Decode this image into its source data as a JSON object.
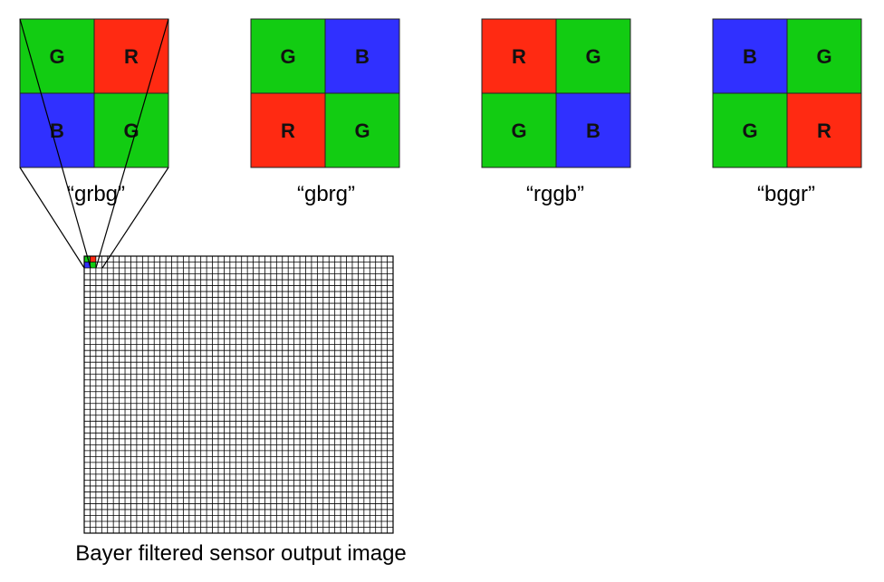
{
  "colors": {
    "R": "#ff2a12",
    "G": "#12cc12",
    "B": "#3030ff",
    "grid": "#000000",
    "background": "#ffffff"
  },
  "patterns": [
    {
      "name": "grbg",
      "label": "“grbg”",
      "cells": [
        "G",
        "R",
        "B",
        "G"
      ]
    },
    {
      "name": "gbrg",
      "label": "“gbrg”",
      "cells": [
        "G",
        "B",
        "R",
        "G"
      ]
    },
    {
      "name": "rggb",
      "label": "“rggb”",
      "cells": [
        "R",
        "G",
        "G",
        "B"
      ]
    },
    {
      "name": "bggr",
      "label": "“bggr”",
      "cells": [
        "B",
        "G",
        "G",
        "R"
      ]
    }
  ],
  "sensor": {
    "caption": "Bayer filtered sensor output image",
    "columns": 53,
    "rows": 47,
    "highlighted_pattern": "grbg"
  }
}
